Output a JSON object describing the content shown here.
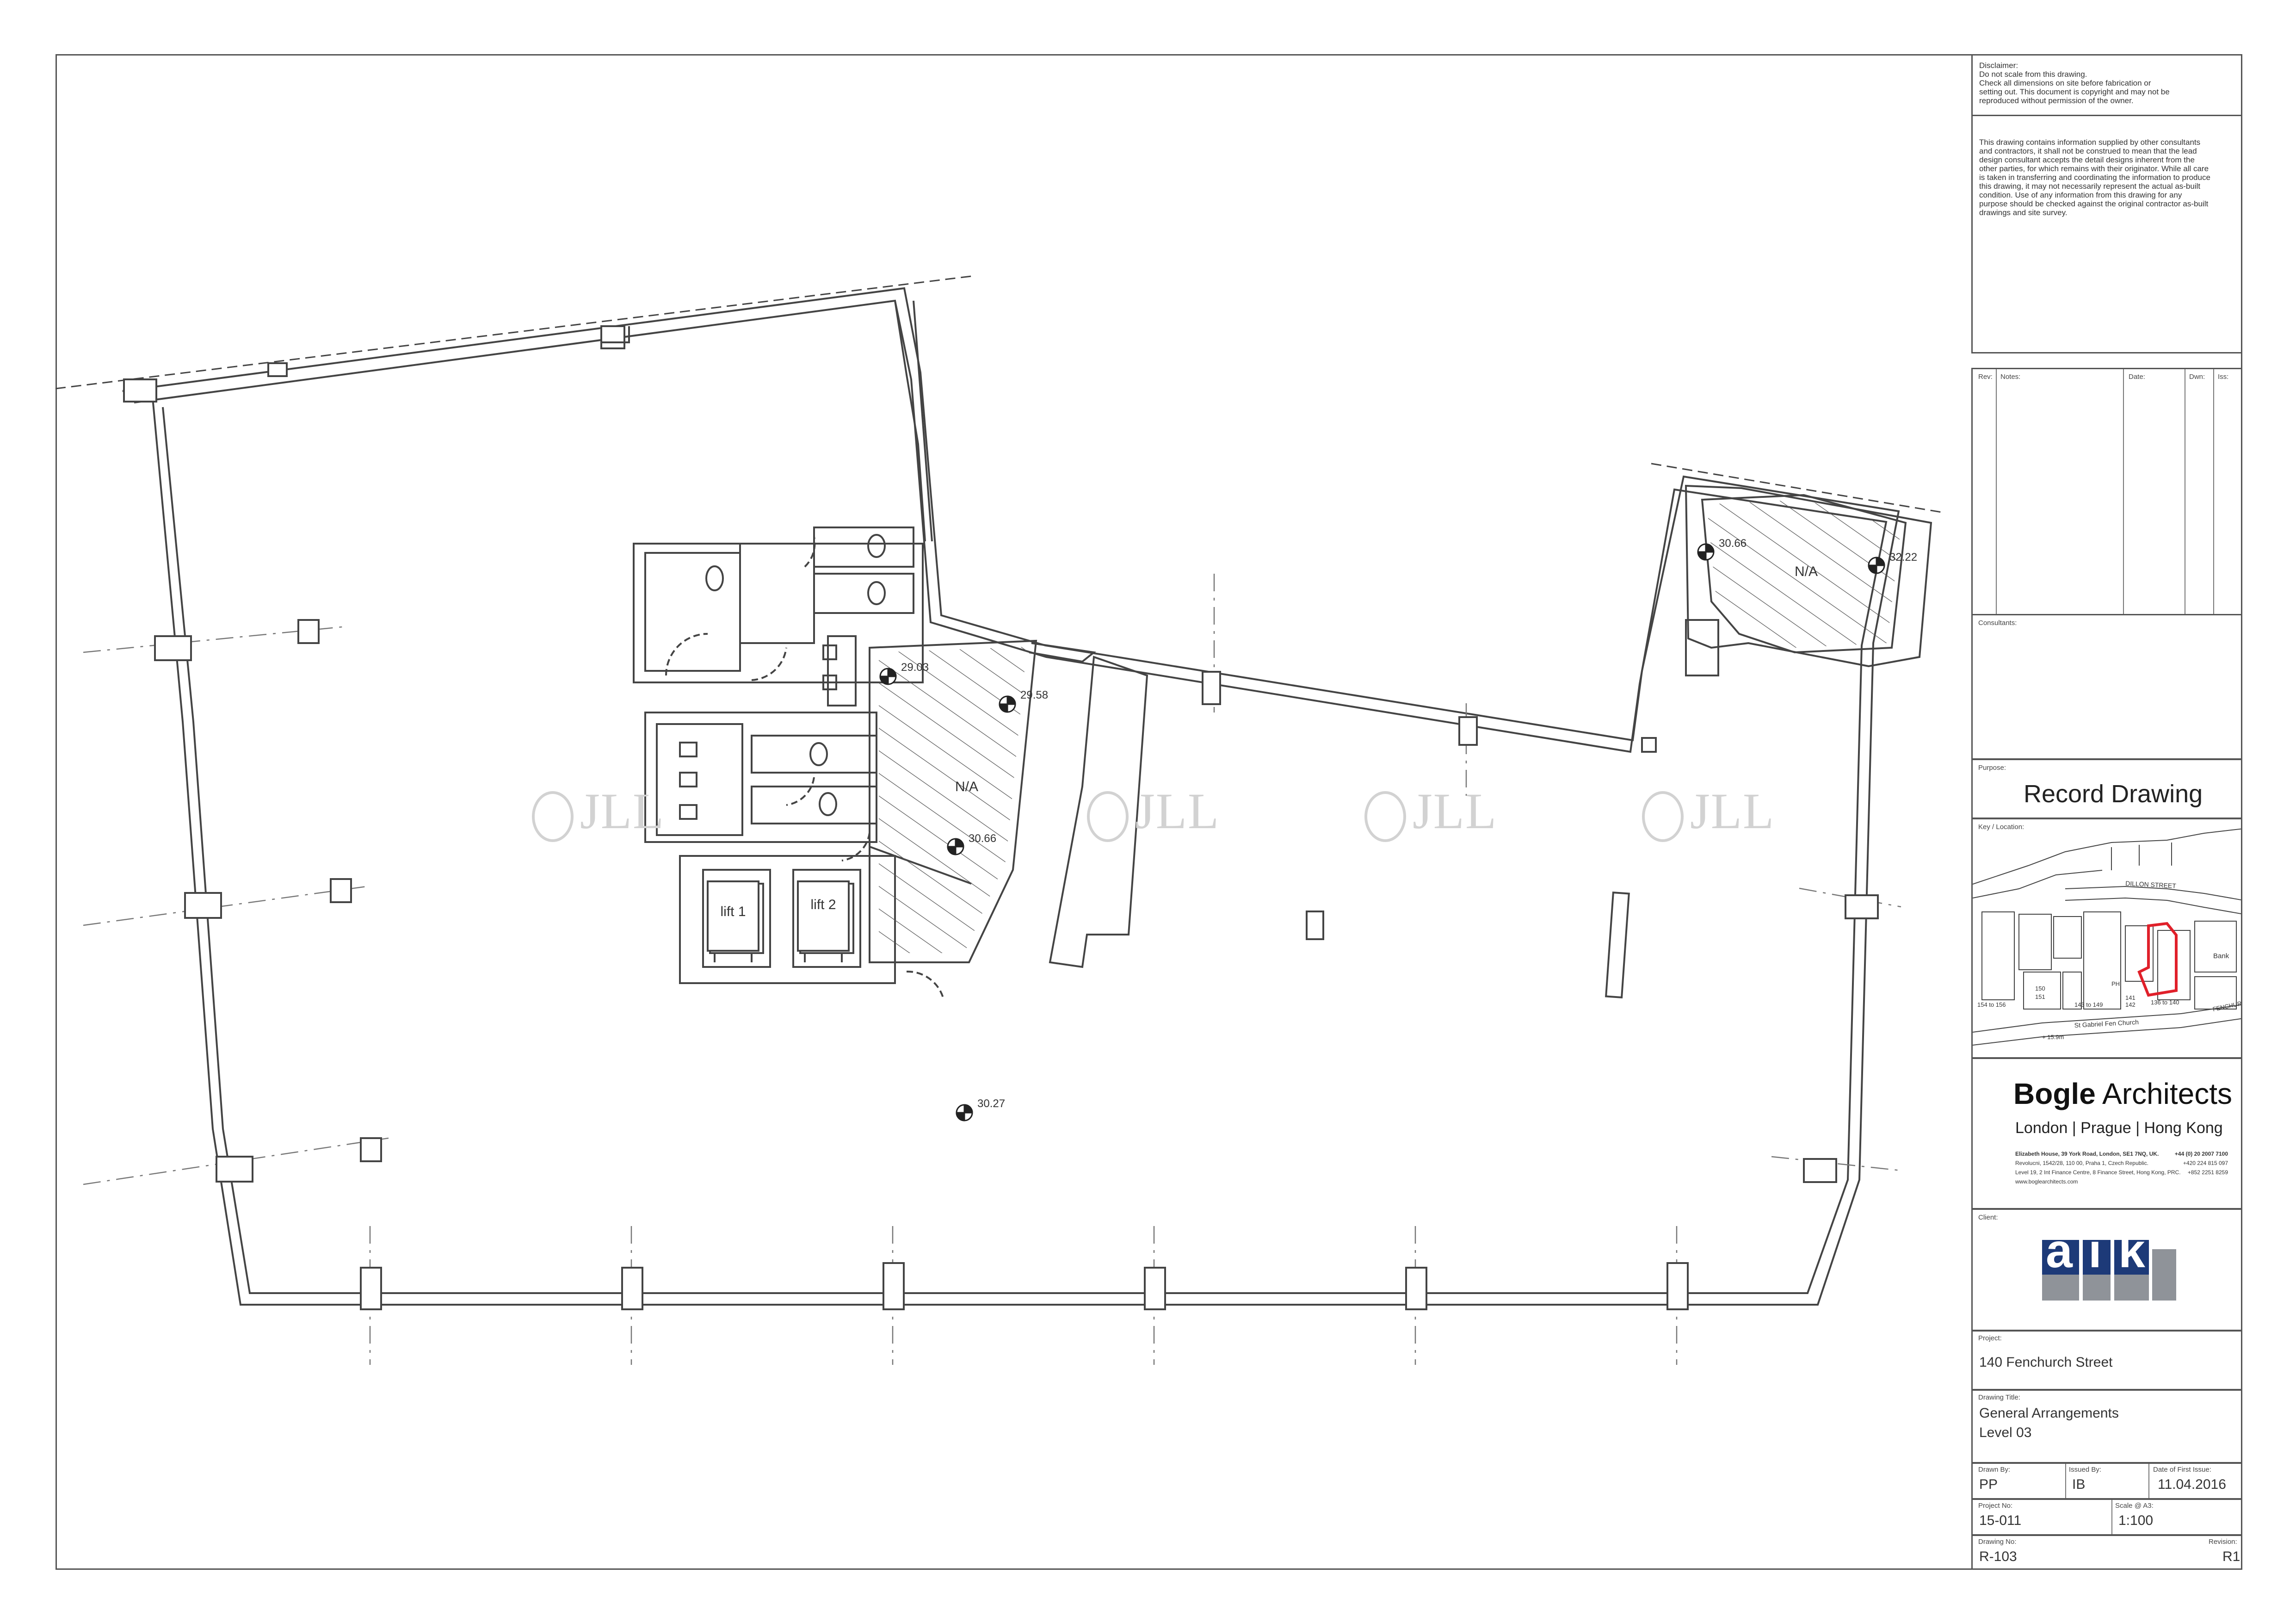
{
  "disclaimer": {
    "heading": "Disclaimer:",
    "line1": "Do not scale from this drawing.",
    "line2": "Check all dimensions on site before fabrication or",
    "line3": "setting out. This document is copyright and may not be",
    "line4": "reproduced without permission of the owner.",
    "para1": "This drawing contains information supplied by other consultants",
    "para2": "and contractors, it shall not be construed to mean that the lead",
    "para3": "design consultant accepts the detail designs inherent from the",
    "para4": "other parties, for which remains with their originator. While all care",
    "para5": "is taken in transferring and coordinating the information to produce",
    "para6": "this drawing, it may not necessarily represent the actual as-built",
    "para7": "condition. Use of any information from this drawing for any",
    "para8": "purpose should be checked against the original contractor as-built",
    "para9": "drawings and site survey."
  },
  "revisions": {
    "rev": "Rev:",
    "notes": "Notes:",
    "date": "Date:",
    "dwn": "Dwn:",
    "iss": "Iss:"
  },
  "consultants_label": "Consultants:",
  "purpose": {
    "label": "Purpose:",
    "value": "Record Drawing"
  },
  "key_label": "Key / Location:",
  "key_map": {
    "street1": "DILLON STREET",
    "street2": "St Gabriel Fen Church",
    "street3": "FENCHURCH",
    "bank": "Bank",
    "addr1": "154 to 156",
    "addr2": "150",
    "addr3": "151",
    "addr4": "143 to 149",
    "addr5": "136 to 140",
    "addr6": "141",
    "addr7": "142",
    "ph": "PH",
    "level": "+ 15.9m"
  },
  "architect": {
    "name_bold": "Bogle",
    "name_rest": " Architects",
    "cities": "London | Prague | Hong Kong",
    "addr_london": "Elizabeth House, 39 York Road, London, SE1 7NQ, UK.",
    "tel_london": "+44 (0) 20 2007 7100",
    "addr_prague": "Revolucni, 1542/28, 110 00, Praha 1, Czech Republic.",
    "tel_prague": "+420 224 815 097",
    "addr_hk": "Level 19, 2 Int Finance Centre, 8 Finance Street, Hong Kong, PRC.",
    "tel_hk": "+852 2251 8259",
    "web": "www.boglearchitects.com"
  },
  "client": {
    "label": "Client:",
    "logo_letters": [
      "a",
      "i",
      "k"
    ]
  },
  "project": {
    "label": "Project:",
    "value": "140 Fenchurch Street"
  },
  "drawing_title": {
    "label": "Drawing Title:",
    "line1": "General Arrangements",
    "line2": "Level 03"
  },
  "meta": {
    "drawn_by_label": "Drawn By:",
    "drawn_by": "PP",
    "issued_by_label": "Issued By:",
    "issued_by": "IB",
    "first_issue_label": "Date of First Issue:",
    "first_issue": "11.04.2016",
    "project_no_label": "Project No:",
    "project_no": "15-011",
    "scale_label": "Scale @ A3:",
    "scale": "1:100",
    "drawing_no_label": "Drawing No:",
    "drawing_no": "R-103",
    "revision_label": "Revision:",
    "revision": "R1"
  },
  "plan": {
    "lift1": "lift 1",
    "lift2": "lift 2",
    "na1": "N/A",
    "na2": "N/A",
    "levels": [
      "29.03",
      "29.58",
      "30.66",
      "30.27",
      "30.66",
      "32.22"
    ]
  },
  "watermark": "JLL",
  "colors": {
    "line": "#555555",
    "key_site": "#e0202a",
    "client_blue": "#1d3a78",
    "client_grey": "#8f9399"
  }
}
